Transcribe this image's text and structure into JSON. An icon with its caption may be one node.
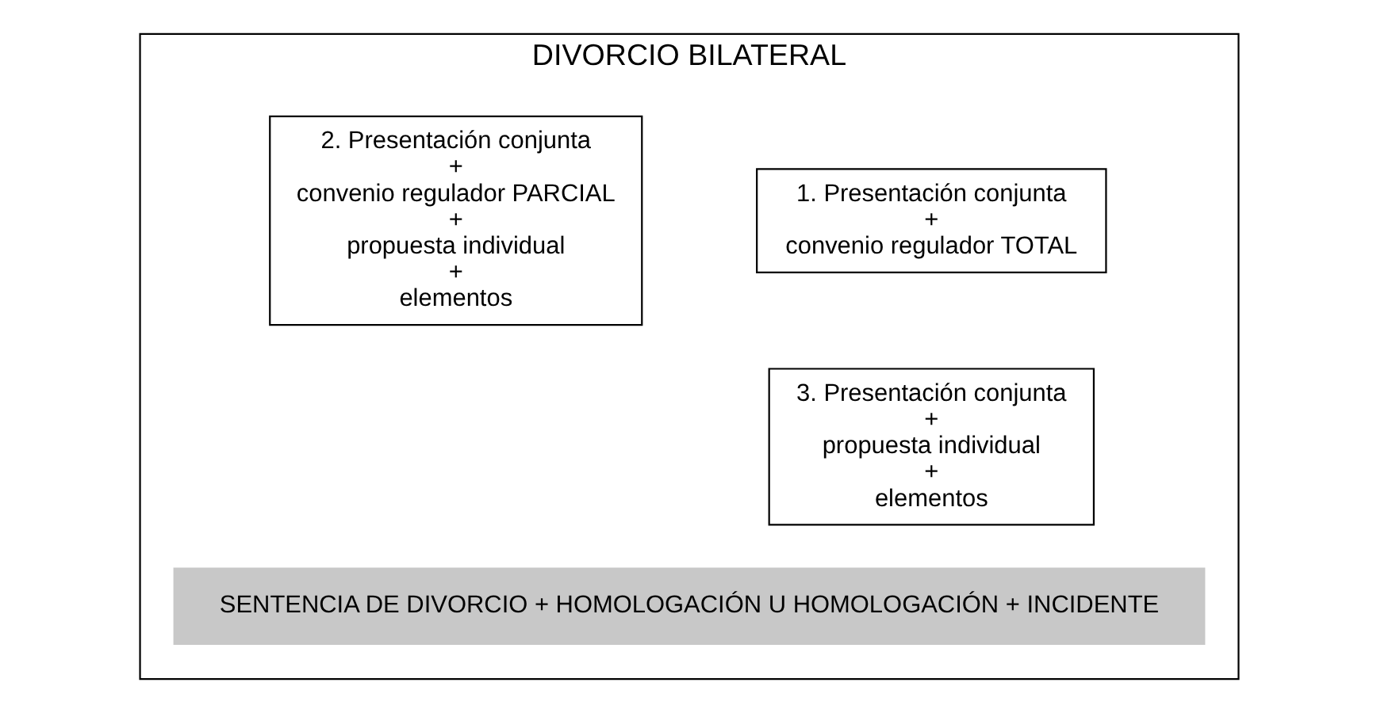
{
  "diagram": {
    "nodes": [
      {
        "text": [
          "DIVORCIO BILATERAL"
        ]
      },
      {
        "text": [
          "1. Presentación conjunta",
          "+",
          "convenio regulador TOTAL"
        ],
        "in": 0
      },
      {
        "text": [
          "2. Presentación conjunta",
          "+",
          "convenio regulador PARCIAL",
          "+",
          "propuesta individual",
          "+",
          "elementos"
        ],
        "in": 0
      },
      {
        "text": [
          "3. Presentación conjunta",
          "+",
          "propuesta individual",
          "+",
          "elementos"
        ],
        "in": 0
      },
      {
        "text": [
          "SENTENCIA DE DIVORCIO + HOMOLOGACIÓN U HOMOLOGACIÓN + INCIDENTE"
        ],
        "in": 0
      }
    ],
    "edges": []
  }
}
